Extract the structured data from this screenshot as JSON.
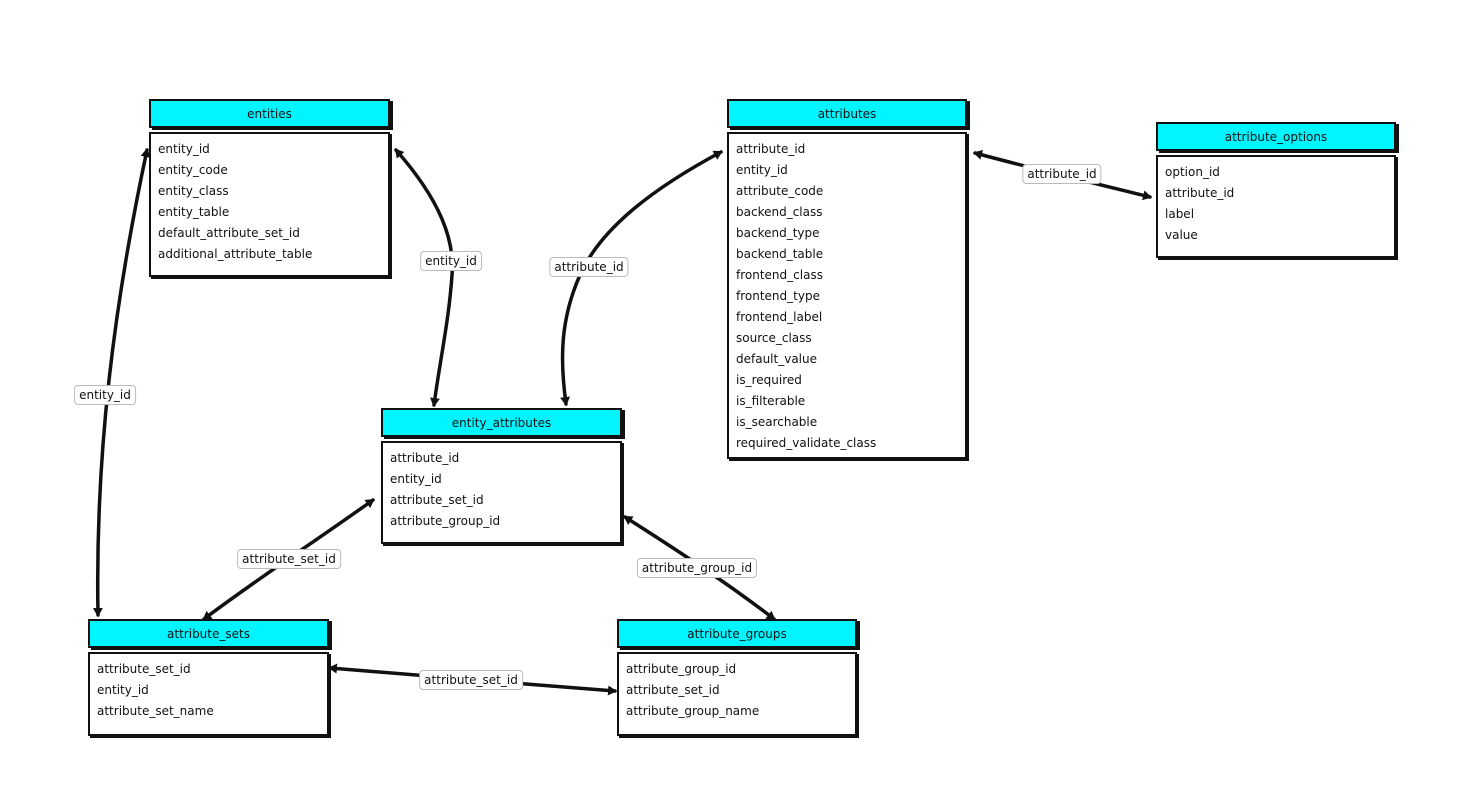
{
  "tables": {
    "entities": {
      "title": "entities",
      "fields": [
        "entity_id",
        "entity_code",
        "entity_class",
        "entity_table",
        "default_attribute_set_id",
        "additional_attribute_table"
      ]
    },
    "attributes": {
      "title": "attributes",
      "fields": [
        "attribute_id",
        "entity_id",
        "attribute_code",
        "backend_class",
        "backend_type",
        "backend_table",
        "frontend_class",
        "frontend_type",
        "frontend_label",
        "source_class",
        "default_value",
        "is_required",
        "is_filterable",
        "is_searchable",
        "required_validate_class"
      ]
    },
    "attribute_options": {
      "title": "attribute_options",
      "fields": [
        "option_id",
        "attribute_id",
        "label",
        "value"
      ]
    },
    "entity_attributes": {
      "title": "entity_attributes",
      "fields": [
        "attribute_id",
        "entity_id",
        "attribute_set_id",
        "attribute_group_id"
      ]
    },
    "attribute_sets": {
      "title": "attribute_sets",
      "fields": [
        "attribute_set_id",
        "entity_id",
        "attribute_set_name"
      ]
    },
    "attribute_groups": {
      "title": "attribute_groups",
      "fields": [
        "attribute_group_id",
        "attribute_set_id",
        "attribute_group_name"
      ]
    }
  },
  "relations": {
    "entities_to_entity_attributes": "entity_id",
    "entities_to_attribute_sets": "entity_id",
    "attributes_to_entity_attributes": "attribute_id",
    "attributes_to_attribute_options": "attribute_id",
    "entity_attributes_to_attribute_sets": "attribute_set_id",
    "entity_attributes_to_attribute_groups": "attribute_group_id",
    "attribute_sets_to_attribute_groups": "attribute_set_id"
  },
  "colors": {
    "header_fill": "#00f5ff",
    "line": "#111111"
  }
}
